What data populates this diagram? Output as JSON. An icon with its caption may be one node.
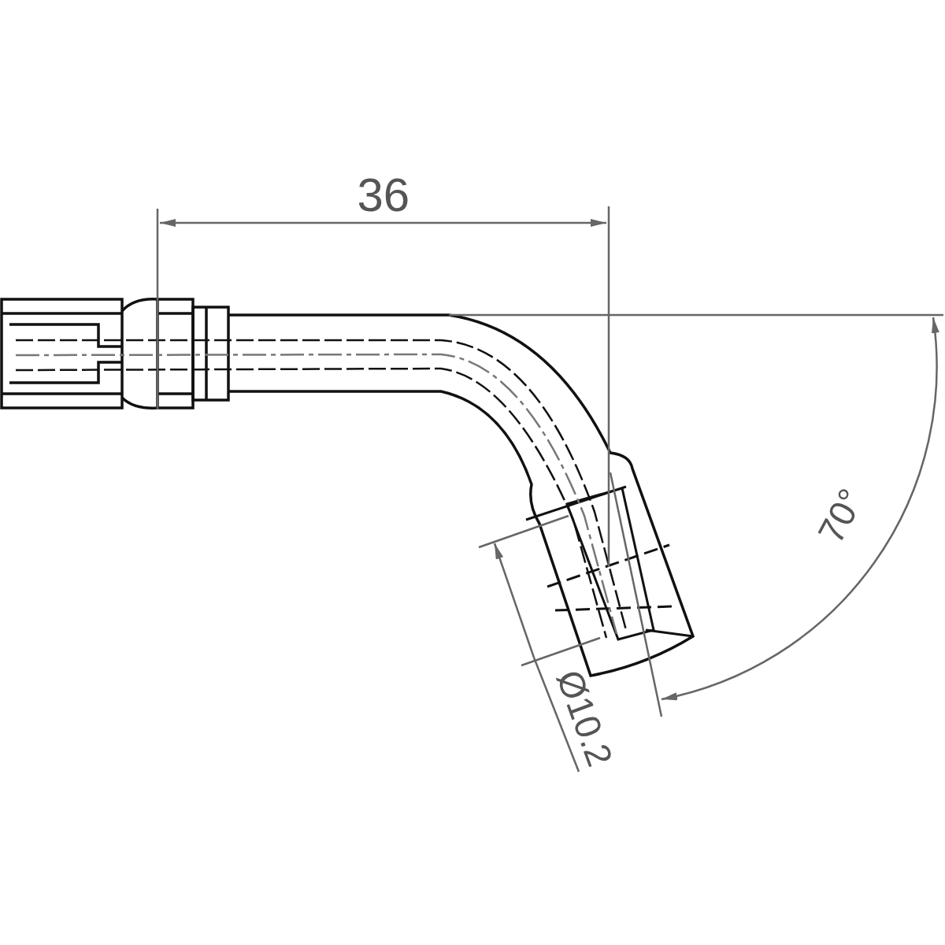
{
  "diagram": {
    "labels": [
      "36",
      "70°",
      "Ø10.2"
    ]
  }
}
